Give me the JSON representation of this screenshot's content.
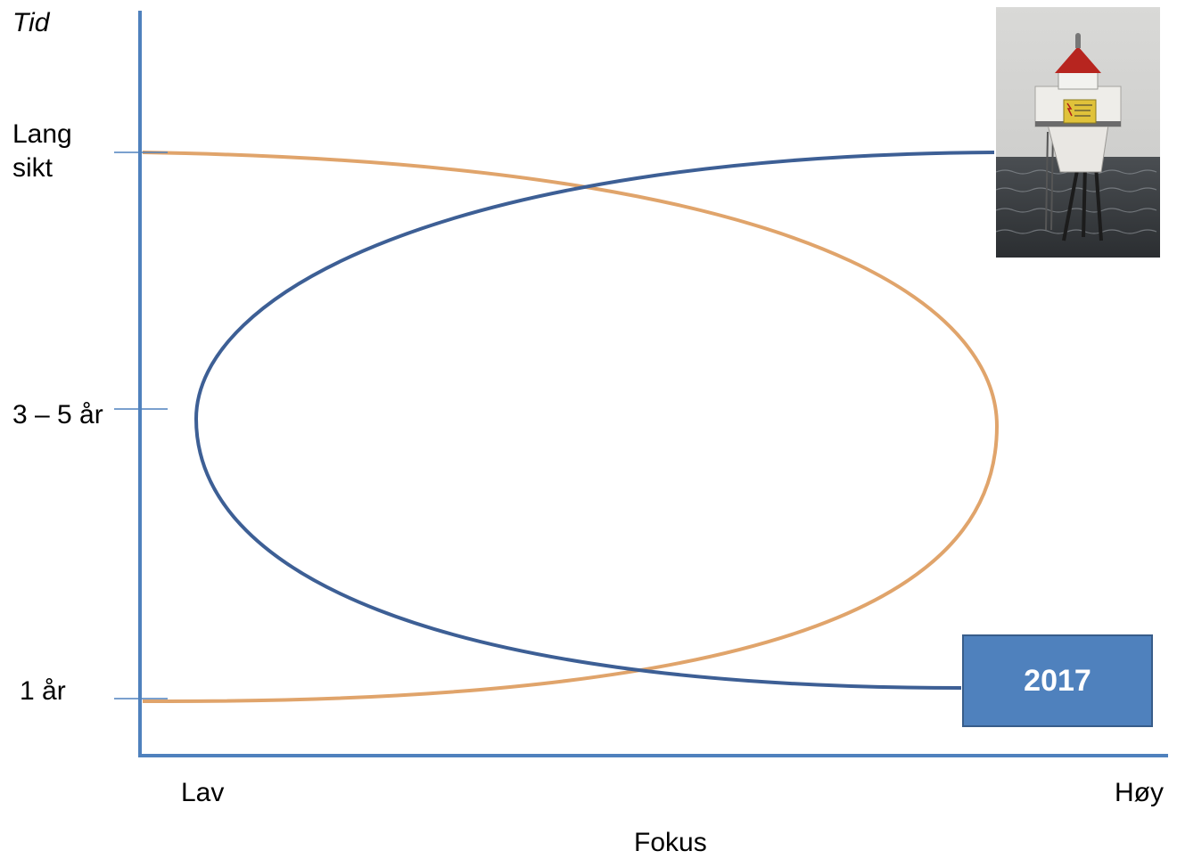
{
  "axes": {
    "y_label": "Tid",
    "y_ticks": [
      "Lang\nsikt",
      "3 – 5 år",
      "1 år"
    ],
    "x_ticks": [
      "Lav",
      "Høy"
    ],
    "x_label": "Fokus"
  },
  "box": {
    "text": "2017"
  },
  "colors": {
    "axis": "#4f81bd",
    "orange_curve": "#e0a46b",
    "blue_curve": "#3d5f95",
    "box_fill": "#4f81bd",
    "box_border": "#385d8a"
  },
  "image": {
    "icon": "lighthouse-photo"
  }
}
